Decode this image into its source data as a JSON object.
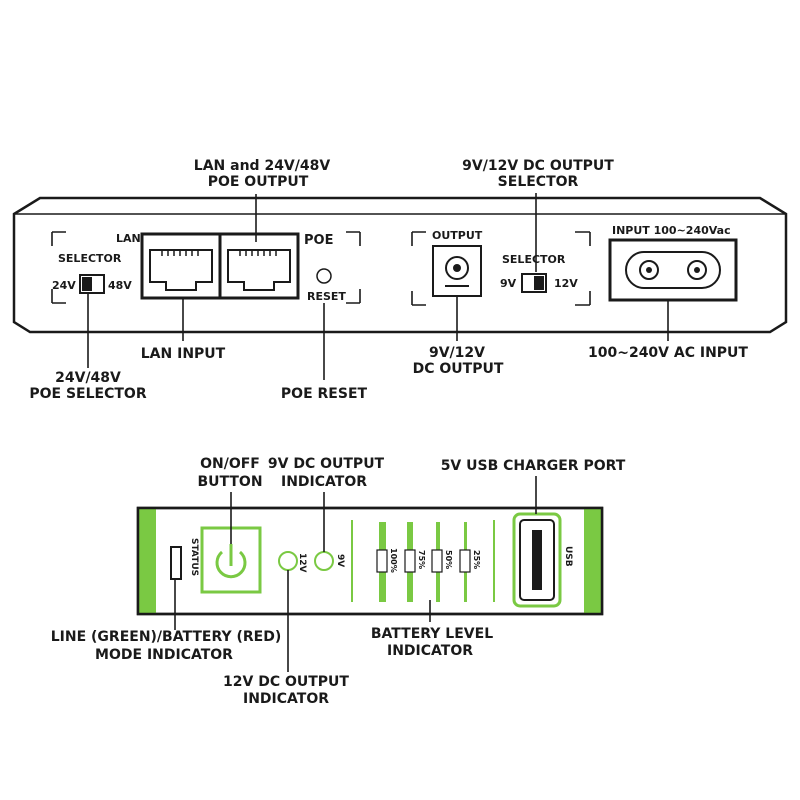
{
  "rear_panel": {
    "callouts": {
      "lan_poe_output_1": "LAN and 24V/48V",
      "lan_poe_output_2": "POE OUTPUT",
      "dc_selector_1": "9V/12V DC OUTPUT",
      "dc_selector_2": "SELECTOR",
      "lan_input": "LAN INPUT",
      "poe_selector_1": "24V/48V",
      "poe_selector_2": "POE SELECTOR",
      "poe_reset": "POE RESET",
      "dc_output_1": "9V/12V",
      "dc_output_2": "DC OUTPUT",
      "ac_input": "100~240V AC INPUT"
    },
    "panel_text": {
      "selector_left": "SELECTOR",
      "v24": "24V",
      "v48": "48V",
      "lan": "LAN",
      "poe": "POE",
      "reset": "RESET",
      "output": "OUTPUT",
      "selector_right": "SELECTOR",
      "v9": "9V",
      "v12": "12V",
      "ac_input": "INPUT 100~240Vac"
    }
  },
  "front_panel": {
    "callouts": {
      "onoff_1": "ON/OFF",
      "onoff_2": "BUTTON",
      "ind9_1": "9V DC OUTPUT",
      "ind9_2": "INDICATOR",
      "usb_port": "5V USB CHARGER PORT",
      "mode_1": "LINE (GREEN)/BATTERY (RED)",
      "mode_2": "MODE INDICATOR",
      "battery_1": "BATTERY LEVEL",
      "battery_2": "INDICATOR",
      "ind12_1": "12V DC OUTPUT",
      "ind12_2": "INDICATOR"
    },
    "panel_text": {
      "status": "STATUS",
      "v12": "12V",
      "v9": "9V",
      "b100": "100%",
      "b75": "75%",
      "b50": "50%",
      "b25": "25%",
      "usb": "USB"
    }
  },
  "colors": {
    "accent_green": "#7ac943",
    "outline": "#1a1a1a"
  }
}
